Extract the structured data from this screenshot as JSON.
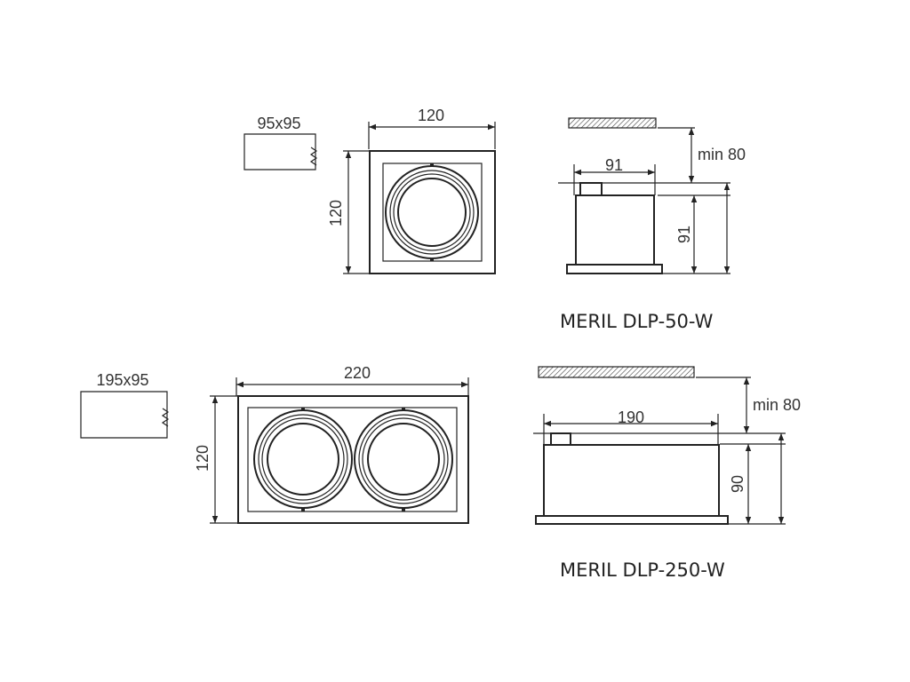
{
  "products": [
    {
      "title": "MERIL DLP-50-W",
      "cutout_label": "95x95",
      "front_width": "120",
      "front_height": "120",
      "side_width": "91",
      "side_height": "91",
      "min_label": "min 80"
    },
    {
      "title": "MERIL DLP-250-W",
      "cutout_label": "195x95",
      "front_width": "220",
      "front_height": "120",
      "side_width": "190",
      "side_height": "90",
      "min_label": "min 80"
    }
  ],
  "colors": {
    "line": "#222222",
    "text": "#333333",
    "background": "#ffffff"
  }
}
